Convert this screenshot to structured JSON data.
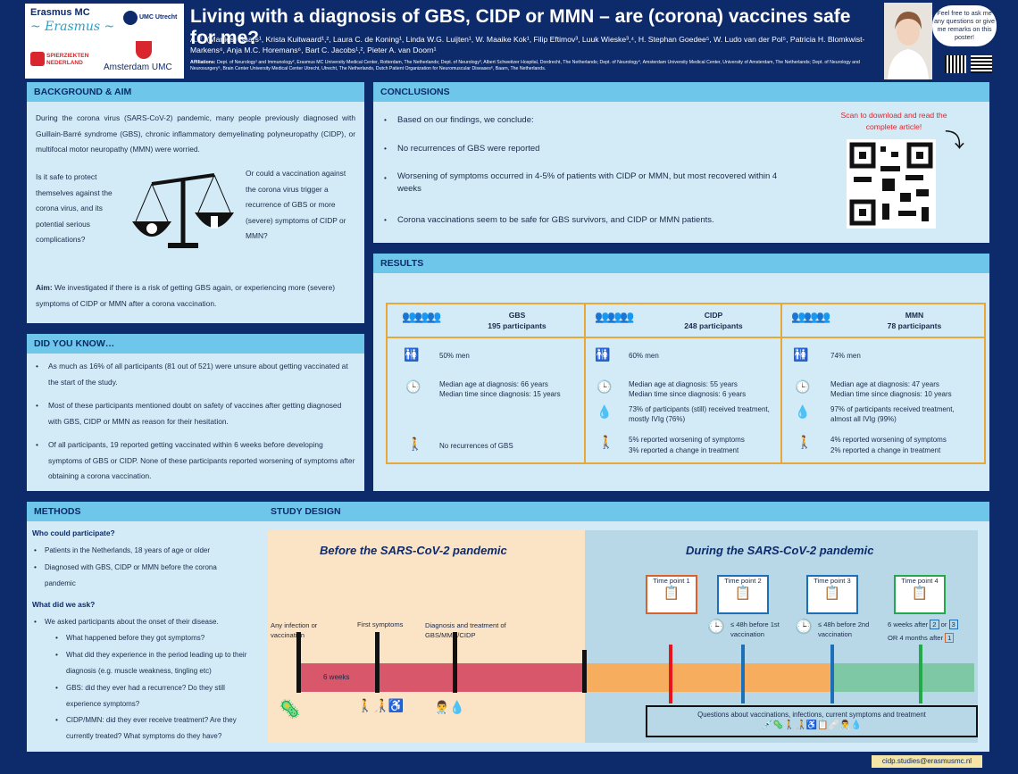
{
  "header": {
    "logos": [
      "Erasmus MC",
      "UMC Utrecht",
      "Spierziekten Nederland",
      "Amsterdam UMC"
    ],
    "title": "Living with a diagnosis of GBS, CIDP or MMN – are (corona) vaccines safe for me?",
    "authors": "A.E. (Marlies) Baars¹, Krista Kuitwaard¹,², Laura C. de Koning¹, Linda W.G. Luijten¹, W. Maaike Kok¹, Filip Eftimov³, Luuk Wieske³,⁴, H. Stephan Goedee⁵, W. Ludo van der Pol⁵, Patricia H. Blomkwist-Markens⁶, Anja M.C. Horemans⁶, Bart C. Jacobs¹,², Pieter A. van Doorn¹",
    "affiliations_label": "Affiliations:",
    "affiliations": "Dept. of Neurology¹ and Immunology², Erasmus MC University Medical Center, Rotterdam, The Netherlands; Dept. of Neurology³, Albert Schweitzer Hospital, Dordrecht, The Netherlands; Dept. of Neurology⁴, Amsterdam University Medical Center, University of Amsterdam, The Netherlands; Dept. of Neurology and Neurosurgery⁵, Brain Center University Medical Center Utrecht, Utrecht, The Netherlands, Dutch Patient Organization for Neuromuscular Diseases⁶, Baarn, The Netherlands.",
    "bubble": "Feel free to ask me any questions or give me remarks on this poster!"
  },
  "background": {
    "heading": "BACKGROUND & AIM",
    "intro": "During the corona virus (SARS-CoV-2) pandemic, many people previously diagnosed with Guillain-Barré syndrome (GBS), chronic inflammatory demyelinating polyneuropathy (CIDP), or multifocal motor neuropathy (MMN) were worried.",
    "left_q": "Is it safe to protect themselves against the corona virus, and its potential serious complications?",
    "right_q": "Or could a vaccination against the corona virus trigger a recurrence of GBS or more (severe) symptoms of CIDP or MMN?",
    "aim_label": "Aim:",
    "aim": "We investigated if there is a risk of getting GBS again, or experiencing more (severe) symptoms of CIDP or MMN after a corona vaccination."
  },
  "didyouknow": {
    "heading": "DID YOU KNOW…",
    "items": [
      "As much as 16% of all participants (81 out of 521) were unsure about getting vaccinated at the start of the study.",
      "Most of these participants mentioned doubt on safety of vaccines after getting diagnosed with GBS, CIDP or MMN as reason for their hesitation.",
      "Of all participants, 19 reported getting vaccinated within 6 weeks before developing symptoms of GBS or CIDP. None of these participants reported worsening of symptoms after obtaining a corona vaccination."
    ]
  },
  "conclusions": {
    "heading": "CONCLUSIONS",
    "items": [
      "Based on our findings, we conclude:",
      "No recurrences of GBS were reported",
      "Worsening of symptoms occurred in 4-5% of patients with CIDP or MMN, but most recovered within 4 weeks",
      "Corona vaccinations seem to be safe for GBS survivors, and CIDP or MMN patients."
    ],
    "scan_text": "Scan to download and read the complete article!"
  },
  "results": {
    "heading": "RESULTS",
    "groups": [
      {
        "name": "GBS",
        "n": "195 participants",
        "men": "50% men",
        "age": "Median age at diagnosis: 66 years",
        "time": "Median time since diagnosis: 15 years",
        "treatment": "",
        "worsening": "No recurrences of GBS",
        "change": ""
      },
      {
        "name": "CIDP",
        "n": "248 participants",
        "men": "60% men",
        "age": "Median age at diagnosis: 55 years",
        "time": "Median time since diagnosis: 6 years",
        "treatment": "73% of participants (still) received treatment, mostly IVIg (76%)",
        "worsening": "5% reported worsening of symptoms",
        "change": "3% reported a change in treatment"
      },
      {
        "name": "MMN",
        "n": "78 participants",
        "men": "74% men",
        "age": "Median age at diagnosis: 47 years",
        "time": "Median time since diagnosis: 10 years",
        "treatment": "97% of participants received treatment, almost all IVIg (99%)",
        "worsening": "4% reported worsening of symptoms",
        "change": "2% reported a change in treatment"
      }
    ]
  },
  "methods": {
    "heading": "METHODS",
    "q1": "Who could participate?",
    "q1_items": [
      "Patients in the Netherlands, 18 years of age or older",
      "Diagnosed with GBS, CIDP or MMN before the corona pandemic"
    ],
    "q2": "What did we ask?",
    "q2_intro": "We asked participants about the onset of their disease.",
    "q2_items": [
      "What happened before they got symptoms?",
      "What did they experience in the period leading up to their diagnosis (e.g. muscle weakness, tingling etc)",
      "GBS: did they ever had a recurrence? Do they still experience symptoms?",
      "CIDP/MMN: did they ever receive treatment? Are they currently treated? What symptoms do they have?"
    ]
  },
  "design": {
    "heading": "STUDY DESIGN",
    "before": "Before the SARS-CoV-2 pandemic",
    "during": "During the SARS-CoV-2 pandemic",
    "ev1": "Any infection or vaccination",
    "ev2": "First symptoms",
    "ev3": "Diagnosis and treatment of GBS/MMN/CIDP",
    "weeks": "6 weeks",
    "tp1": "Time point 1",
    "tp2": "Time point 2",
    "tp3": "Time point 3",
    "tp4": "Time point 4",
    "tp2_text": "≤ 48h before 1st vaccination",
    "tp3_text": "≤ 48h before 2nd vaccination",
    "tp4_a": "6 weeks after",
    "tp4_or": "or",
    "tp4_b": "OR 4 months after",
    "box2": "2",
    "box3": "3",
    "box1": "1",
    "questions": "Questions about vaccinations, infections, current symptoms and treatment"
  },
  "footer": {
    "email": "cidp.studies@erasmusmc.nl"
  }
}
